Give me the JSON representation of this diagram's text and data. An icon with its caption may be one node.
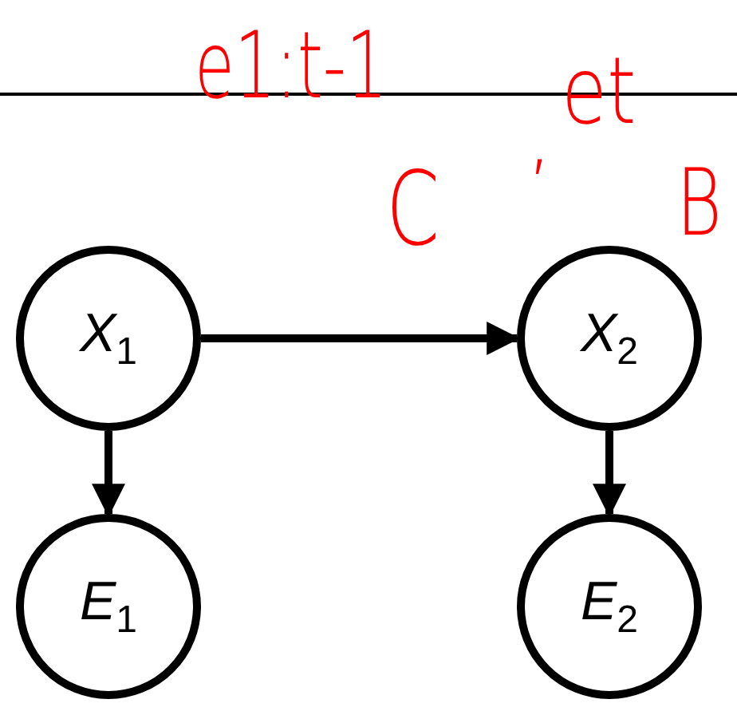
{
  "diagram": {
    "nodes": [
      {
        "text": [
          "*X*$_{1}$"
        ]
      },
      {
        "text": [
          "*X*$_{2}$"
        ]
      },
      {
        "text": [
          "*E*$_{1}$"
        ]
      },
      {
        "text": [
          "*E*$_{2}$"
        ]
      }
    ],
    "edges": [
      {
        "from": 0,
        "to": 1,
        "arrow": "to"
      },
      {
        "from": 0,
        "to": 2,
        "arrow": "to"
      },
      {
        "from": 1,
        "to": 3,
        "arrow": "to"
      }
    ],
    "labels": [
      "e1:t-1",
      ",",
      "et",
      "C",
      "B"
    ]
  }
}
